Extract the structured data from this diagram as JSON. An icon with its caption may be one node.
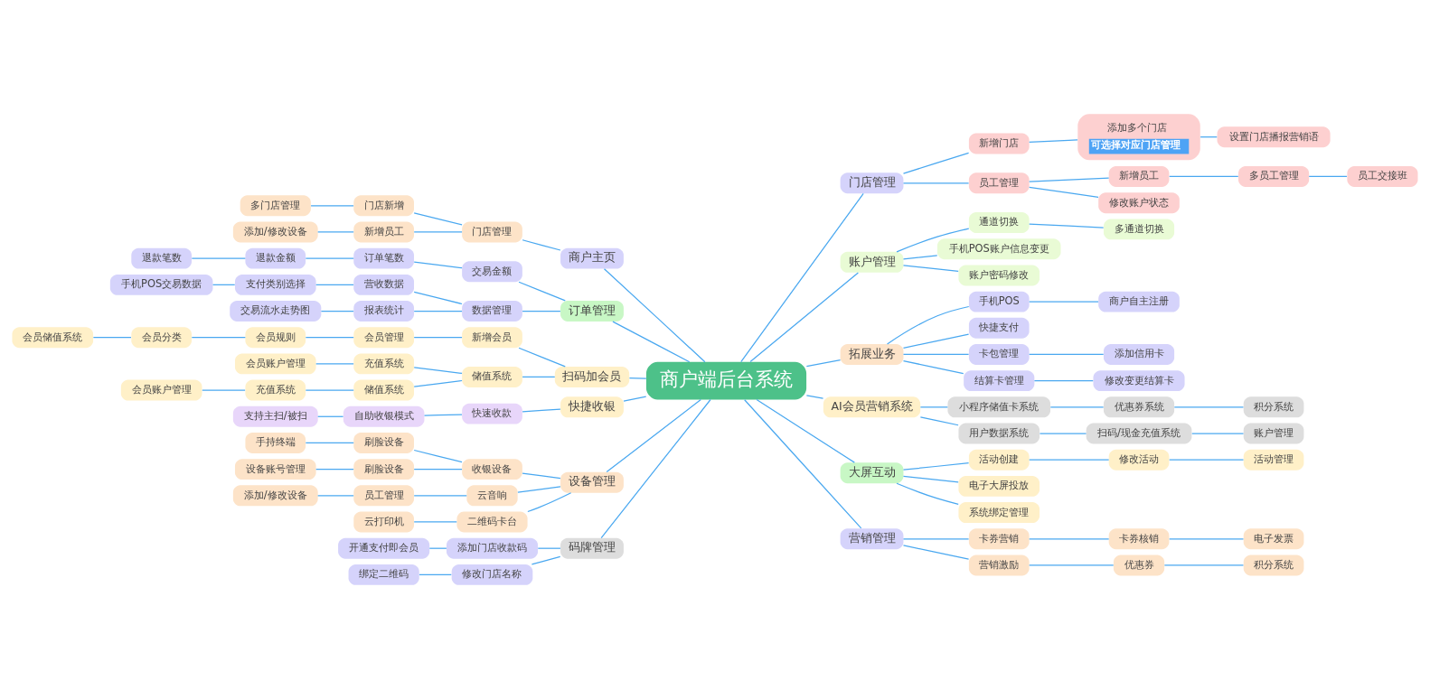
{
  "diagram": {
    "nodes": [
      {
        "text": [
          "商户端后台系统"
        ]
      },
      {
        "text": [
          "商户主页"
        ]
      },
      {
        "text": [
          "门店管理"
        ]
      },
      {
        "text": [
          "门店新增"
        ]
      },
      {
        "text": [
          "多门店管理"
        ]
      },
      {
        "text": [
          "新增员工"
        ]
      },
      {
        "text": [
          "添加/修改设备"
        ]
      },
      {
        "text": [
          "订单管理"
        ]
      },
      {
        "text": [
          "交易金额"
        ]
      },
      {
        "text": [
          "订单笔数"
        ]
      },
      {
        "text": [
          "退款金额"
        ]
      },
      {
        "text": [
          "退款笔数"
        ]
      },
      {
        "text": [
          "数据管理"
        ]
      },
      {
        "text": [
          "营收数据"
        ]
      },
      {
        "text": [
          "支付类别选择"
        ]
      },
      {
        "text": [
          "手机POS交易数据"
        ]
      },
      {
        "text": [
          "报表统计"
        ]
      },
      {
        "text": [
          "交易流水走势图"
        ]
      },
      {
        "text": [
          "扫码加会员"
        ]
      },
      {
        "text": [
          "新增会员"
        ]
      },
      {
        "text": [
          "会员管理"
        ]
      },
      {
        "text": [
          "会员规则"
        ]
      },
      {
        "text": [
          "会员分类"
        ]
      },
      {
        "text": [
          "会员储值系统"
        ]
      },
      {
        "text": [
          "储值系统"
        ]
      },
      {
        "text": [
          "充值系统"
        ]
      },
      {
        "text": [
          "会员账户管理"
        ]
      },
      {
        "text": [
          "储值系统"
        ]
      },
      {
        "text": [
          "充值系统"
        ]
      },
      {
        "text": [
          "会员账户管理"
        ]
      },
      {
        "text": [
          "快捷收银"
        ]
      },
      {
        "text": [
          "快速收款"
        ]
      },
      {
        "text": [
          "自助收银模式"
        ]
      },
      {
        "text": [
          "支持主扫/被扫"
        ]
      },
      {
        "text": [
          "设备管理"
        ]
      },
      {
        "text": [
          "收银设备"
        ]
      },
      {
        "text": [
          "刷脸设备"
        ]
      },
      {
        "text": [
          "手持终端"
        ]
      },
      {
        "text": [
          "刷脸设备"
        ]
      },
      {
        "text": [
          "设备账号管理"
        ]
      },
      {
        "text": [
          "云音响"
        ]
      },
      {
        "text": [
          "员工管理"
        ]
      },
      {
        "text": [
          "添加/修改设备"
        ]
      },
      {
        "text": [
          "二维码卡台"
        ]
      },
      {
        "text": [
          "云打印机"
        ]
      },
      {
        "text": [
          "码牌管理"
        ]
      },
      {
        "text": [
          "添加门店收款码"
        ]
      },
      {
        "text": [
          "开通支付即会员"
        ]
      },
      {
        "text": [
          "修改门店名称"
        ]
      },
      {
        "text": [
          "绑定二维码"
        ]
      },
      {
        "text": [
          "门店管理"
        ]
      },
      {
        "text": [
          "新增门店"
        ]
      },
      {
        "text": [
          "添加多个门店",
          "可选择对应门店管理"
        ]
      },
      {
        "text": [
          "设置门店播报营销语"
        ]
      },
      {
        "text": [
          "员工管理"
        ]
      },
      {
        "text": [
          "新增员工"
        ]
      },
      {
        "text": [
          "多员工管理"
        ]
      },
      {
        "text": [
          "员工交接班"
        ]
      },
      {
        "text": [
          "修改账户状态"
        ]
      },
      {
        "text": [
          "账户管理"
        ]
      },
      {
        "text": [
          "通道切换"
        ]
      },
      {
        "text": [
          "多通道切换"
        ]
      },
      {
        "text": [
          "手机POS账户信息变更"
        ]
      },
      {
        "text": [
          "账户密码修改"
        ]
      },
      {
        "text": [
          "拓展业务"
        ]
      },
      {
        "text": [
          "手机POS"
        ]
      },
      {
        "text": [
          "商户自主注册"
        ]
      },
      {
        "text": [
          "快捷支付"
        ]
      },
      {
        "text": [
          "卡包管理"
        ]
      },
      {
        "text": [
          "添加信用卡"
        ]
      },
      {
        "text": [
          "结算卡管理"
        ]
      },
      {
        "text": [
          "修改变更结算卡"
        ]
      },
      {
        "text": [
          "AI会员营销系统"
        ]
      },
      {
        "text": [
          "小程序储值卡系统"
        ]
      },
      {
        "text": [
          "优惠券系统"
        ]
      },
      {
        "text": [
          "积分系统"
        ]
      },
      {
        "text": [
          "用户数据系统"
        ]
      },
      {
        "text": [
          "扫码/现金充值系统"
        ]
      },
      {
        "text": [
          "账户管理"
        ]
      },
      {
        "text": [
          "大屏互动"
        ]
      },
      {
        "text": [
          "活动创建"
        ]
      },
      {
        "text": [
          "修改活动"
        ]
      },
      {
        "text": [
          "活动管理"
        ]
      },
      {
        "text": [
          "电子大屏投放"
        ]
      },
      {
        "text": [
          "系统绑定管理"
        ]
      },
      {
        "text": [
          "营销管理"
        ]
      },
      {
        "text": [
          "卡券营销"
        ]
      },
      {
        "text": [
          "卡券核销"
        ]
      },
      {
        "text": [
          "电子发票"
        ]
      },
      {
        "text": [
          "营销激励"
        ]
      },
      {
        "text": [
          "优惠券"
        ]
      },
      {
        "text": [
          "积分系统"
        ]
      }
    ],
    "edges": [
      {
        "from": 0,
        "to": 1,
        "arrow": "none"
      },
      {
        "from": 1,
        "to": 2,
        "arrow": "none"
      },
      {
        "from": 2,
        "to": 3,
        "arrow": "none"
      },
      {
        "from": 3,
        "to": 4,
        "arrow": "none"
      },
      {
        "from": 2,
        "to": 5,
        "arrow": "none"
      },
      {
        "from": 5,
        "to": 6,
        "arrow": "none"
      },
      {
        "from": 0,
        "to": 7,
        "arrow": "none"
      },
      {
        "from": 7,
        "to": 8,
        "arrow": "none"
      },
      {
        "from": 8,
        "to": 9,
        "arrow": "none"
      },
      {
        "from": 9,
        "to": 10,
        "arrow": "none"
      },
      {
        "from": 10,
        "to": 11,
        "arrow": "none"
      },
      {
        "from": 7,
        "to": 12,
        "arrow": "none"
      },
      {
        "from": 12,
        "to": 13,
        "arrow": "none"
      },
      {
        "from": 13,
        "to": 14,
        "arrow": "none"
      },
      {
        "from": 14,
        "to": 15,
        "arrow": "none"
      },
      {
        "from": 12,
        "to": 16,
        "arrow": "none"
      },
      {
        "from": 16,
        "to": 17,
        "arrow": "none"
      },
      {
        "from": 0,
        "to": 18,
        "arrow": "none"
      },
      {
        "from": 18,
        "to": 19,
        "arrow": "none"
      },
      {
        "from": 19,
        "to": 20,
        "arrow": "none"
      },
      {
        "from": 20,
        "to": 21,
        "arrow": "none"
      },
      {
        "from": 21,
        "to": 22,
        "arrow": "none"
      },
      {
        "from": 22,
        "to": 23,
        "arrow": "none"
      },
      {
        "from": 18,
        "to": 24,
        "arrow": "none"
      },
      {
        "from": 24,
        "to": 25,
        "arrow": "none"
      },
      {
        "from": 25,
        "to": 26,
        "arrow": "none"
      },
      {
        "from": 24,
        "to": 27,
        "arrow": "none"
      },
      {
        "from": 27,
        "to": 28,
        "arrow": "none"
      },
      {
        "from": 28,
        "to": 29,
        "arrow": "none"
      },
      {
        "from": 0,
        "to": 30,
        "arrow": "none"
      },
      {
        "from": 30,
        "to": 31,
        "arrow": "none"
      },
      {
        "from": 31,
        "to": 32,
        "arrow": "none"
      },
      {
        "from": 32,
        "to": 33,
        "arrow": "none"
      },
      {
        "from": 0,
        "to": 34,
        "arrow": "none"
      },
      {
        "from": 34,
        "to": 35,
        "arrow": "none"
      },
      {
        "from": 35,
        "to": 36,
        "arrow": "none"
      },
      {
        "from": 36,
        "to": 37,
        "arrow": "none"
      },
      {
        "from": 35,
        "to": 38,
        "arrow": "none"
      },
      {
        "from": 38,
        "to": 39,
        "arrow": "none"
      },
      {
        "from": 34,
        "to": 40,
        "arrow": "none"
      },
      {
        "from": 40,
        "to": 41,
        "arrow": "none"
      },
      {
        "from": 41,
        "to": 42,
        "arrow": "none"
      },
      {
        "from": 34,
        "to": 43,
        "arrow": "none"
      },
      {
        "from": 43,
        "to": 44,
        "arrow": "none"
      },
      {
        "from": 0,
        "to": 45,
        "arrow": "none"
      },
      {
        "from": 45,
        "to": 46,
        "arrow": "none"
      },
      {
        "from": 46,
        "to": 47,
        "arrow": "none"
      },
      {
        "from": 45,
        "to": 48,
        "arrow": "none"
      },
      {
        "from": 48,
        "to": 49,
        "arrow": "none"
      },
      {
        "from": 0,
        "to": 50,
        "arrow": "none"
      },
      {
        "from": 50,
        "to": 51,
        "arrow": "none"
      },
      {
        "from": 51,
        "to": 52,
        "arrow": "none"
      },
      {
        "from": 52,
        "to": 53,
        "arrow": "none"
      },
      {
        "from": 50,
        "to": 54,
        "arrow": "none"
      },
      {
        "from": 54,
        "to": 55,
        "arrow": "none"
      },
      {
        "from": 55,
        "to": 56,
        "arrow": "none"
      },
      {
        "from": 56,
        "to": 57,
        "arrow": "none"
      },
      {
        "from": 54,
        "to": 58,
        "arrow": "none"
      },
      {
        "from": 0,
        "to": 59,
        "arrow": "none"
      },
      {
        "from": 59,
        "to": 60,
        "arrow": "none"
      },
      {
        "from": 60,
        "to": 61,
        "arrow": "none"
      },
      {
        "from": 59,
        "to": 62,
        "arrow": "none"
      },
      {
        "from": 59,
        "to": 63,
        "arrow": "none"
      },
      {
        "from": 0,
        "to": 64,
        "arrow": "none"
      },
      {
        "from": 64,
        "to": 65,
        "arrow": "none"
      },
      {
        "from": 65,
        "to": 66,
        "arrow": "none"
      },
      {
        "from": 64,
        "to": 67,
        "arrow": "none"
      },
      {
        "from": 64,
        "to": 68,
        "arrow": "none"
      },
      {
        "from": 68,
        "to": 69,
        "arrow": "none"
      },
      {
        "from": 64,
        "to": 70,
        "arrow": "none"
      },
      {
        "from": 70,
        "to": 71,
        "arrow": "none"
      },
      {
        "from": 0,
        "to": 72,
        "arrow": "none"
      },
      {
        "from": 72,
        "to": 73,
        "arrow": "none"
      },
      {
        "from": 73,
        "to": 74,
        "arrow": "none"
      },
      {
        "from": 74,
        "to": 75,
        "arrow": "none"
      },
      {
        "from": 72,
        "to": 76,
        "arrow": "none"
      },
      {
        "from": 76,
        "to": 77,
        "arrow": "none"
      },
      {
        "from": 77,
        "to": 78,
        "arrow": "none"
      },
      {
        "from": 0,
        "to": 79,
        "arrow": "none"
      },
      {
        "from": 79,
        "to": 80,
        "arrow": "none"
      },
      {
        "from": 80,
        "to": 81,
        "arrow": "none"
      },
      {
        "from": 81,
        "to": 82,
        "arrow": "none"
      },
      {
        "from": 79,
        "to": 83,
        "arrow": "none"
      },
      {
        "from": 79,
        "to": 84,
        "arrow": "none"
      },
      {
        "from": 0,
        "to": 85,
        "arrow": "none"
      },
      {
        "from": 85,
        "to": 86,
        "arrow": "none"
      },
      {
        "from": 86,
        "to": 87,
        "arrow": "none"
      },
      {
        "from": 87,
        "to": 88,
        "arrow": "none"
      },
      {
        "from": 85,
        "to": 89,
        "arrow": "none"
      },
      {
        "from": 89,
        "to": 90,
        "arrow": "none"
      },
      {
        "from": 90,
        "to": 91,
        "arrow": "none"
      }
    ]
  }
}
